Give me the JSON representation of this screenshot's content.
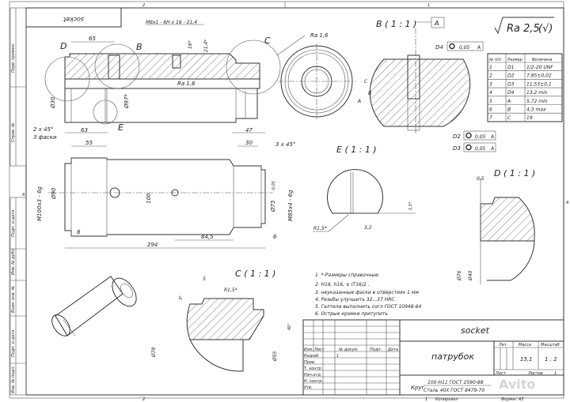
{
  "sheet": {
    "top_zone_left": "2",
    "top_zone_right": "1",
    "bottom_zone": "2",
    "side_zone": "A",
    "top_code": "socket",
    "copied": "Копировал",
    "copied_num": "1",
    "format": "Формат А3"
  },
  "side_stamps": [
    "Перв. примен.",
    "Справ. №",
    "Подп. и дата",
    "Инв. № дубл.",
    "Взам. инв. №",
    "Подп. и дата",
    "Инв. № подл."
  ],
  "main_view": {
    "thread_callout": "M8x1 - 6H x 16 - 21,4",
    "dims": {
      "d65": "65",
      "d16": "16*",
      "d21_4": "21,4*",
      "d30": "Ø30",
      "d97": "Ø97*",
      "d63": "63",
      "d47": "47",
      "chamfer": "2 x 45°",
      "chamfer_note": "3 фаски",
      "ra_inner": "Ra 1,6",
      "ra_top": "Ra 1,6"
    },
    "detail_labels": {
      "D": "D",
      "B": "B",
      "C": "C",
      "E": "E"
    }
  },
  "side_view": {
    "dims": {
      "d55": "55",
      "d30": "30",
      "chamfer": "3 x 45°",
      "m100": "M100x3 - 6g",
      "d90": "Ø90",
      "d100": "100",
      "d75": "Ø75",
      "d75_tol": "-0,05",
      "m85": "M85x4 - 6g",
      "d8": "8",
      "d84_5": "84,5",
      "d6": "6",
      "d294": "294"
    }
  },
  "detail_b": {
    "title": "B ( 1 : 1 )",
    "datum": "A",
    "tol_d4": {
      "label": "D4",
      "value": "0,05",
      "datum": "A"
    },
    "tol_d2": {
      "label": "D2",
      "value": "0,05",
      "datum": "A"
    },
    "tol_d3": {
      "label": "D3",
      "value": "0,05",
      "datum": "A"
    },
    "dim_c": "C",
    "dim_b": "B",
    "dim_a": "A"
  },
  "roughness": {
    "value": "Ra 2,5",
    "suffix": "(√)"
  },
  "params_table": {
    "headers": [
      "№ п/п",
      "Размер",
      "Величина"
    ],
    "rows": [
      [
        "1",
        "D1",
        "1/2-20 UNF"
      ],
      [
        "2",
        "D2",
        "7,95±0,02"
      ],
      [
        "3",
        "D3",
        "11,53±0,1"
      ],
      [
        "4",
        "D4",
        "13,2  min"
      ],
      [
        "5",
        "A",
        "5,72  min"
      ],
      [
        "6",
        "B",
        "4,3  max"
      ],
      [
        "7",
        "C",
        "19"
      ]
    ]
  },
  "detail_e": {
    "title": "E ( 1 : 1 )",
    "r": "R1,5*",
    "d32": "3,2",
    "d15": "1,5*"
  },
  "detail_d": {
    "title": "D ( 1 : 1 )",
    "d05": "0,5",
    "d76": "Ø76",
    "d40": "Ø40"
  },
  "detail_c": {
    "title": "C ( 1 : 1 )",
    "d5": "5",
    "r": "R1,5*",
    "d3": "3*",
    "d79": "Ø79",
    "d55": "Ø55",
    "angle": "40°"
  },
  "notes": [
    "1.   *-Размеры справочные.",
    "2.   H16, h16, ± IT16/2 .",
    "3.   неуказанные фаски в отверстиях 1 мм",
    "4.   Резьбы улучшить 32...37 HRC",
    "5.   Галтели выполнить согл ГОСТ 10948-64",
    "6.   Острые кромки притупить"
  ],
  "title_block": {
    "designation": "socket",
    "name": "патрубок",
    "col_headers": [
      "Изм.",
      "Лист",
      "№ докум.",
      "Подп.",
      "Дата"
    ],
    "rows": [
      "Разраб.",
      "Пров.",
      "Т. контр.",
      "Нач.отд.",
      "Н. контр.",
      "Утв."
    ],
    "developer_sheet": "1",
    "lit_label": "Лит.",
    "mass_label": "Масса",
    "scale_label": "Масштаб",
    "mass": "15,1",
    "scale": "1 : 2",
    "sheet_label": "Лист",
    "sheets_label": "Листов",
    "sheets": "1",
    "material_prefix": "Круг",
    "material_top": "100-Н11 ГОСТ 2590-88",
    "material_bottom": "Сталь 40Х  ГОСТ 8479-70"
  },
  "watermark": "Avito"
}
